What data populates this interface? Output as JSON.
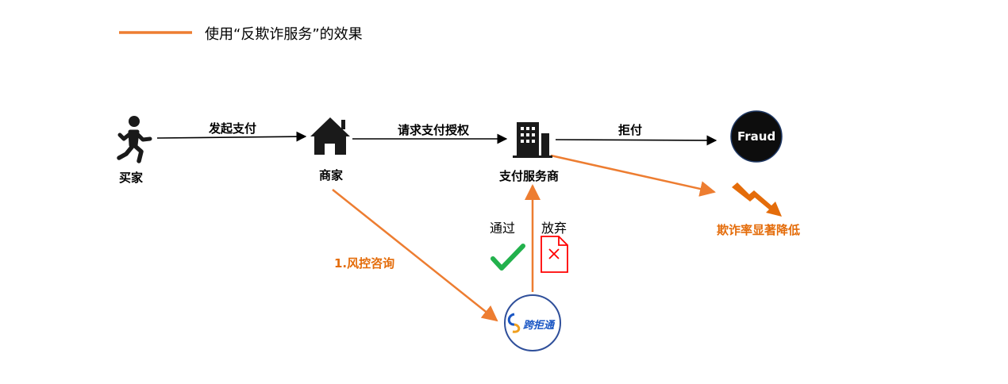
{
  "legend": {
    "text": "使用“反欺诈服务”的效果",
    "line_color": "#ed7d31"
  },
  "nodes": {
    "buyer": {
      "label": "买家",
      "icon": "walking-person-icon"
    },
    "merchant": {
      "label": "商家",
      "icon": "house-icon"
    },
    "payment_provider": {
      "label": "支付服务商",
      "icon": "office-building-icon"
    },
    "fraud": {
      "label": "Fraud"
    },
    "service": {
      "label": "跨拒通",
      "icon": "kuajutong-logo"
    }
  },
  "edges": {
    "buyer_to_merchant": "发起支付",
    "merchant_to_provider": "请求支付授权",
    "provider_to_fraud": "拒付",
    "merchant_to_service": "1.风控咨询",
    "pass": "通过",
    "abandon": "放弃"
  },
  "outcome": {
    "text": "欺诈率显著降低"
  },
  "colors": {
    "accent": "#ed7d31",
    "outcome_text": "#e46c0a",
    "check": "#22b14c",
    "reject": "#ff0000",
    "service_border": "#2f4f9a",
    "fraud_fill": "#0d0d0d"
  }
}
